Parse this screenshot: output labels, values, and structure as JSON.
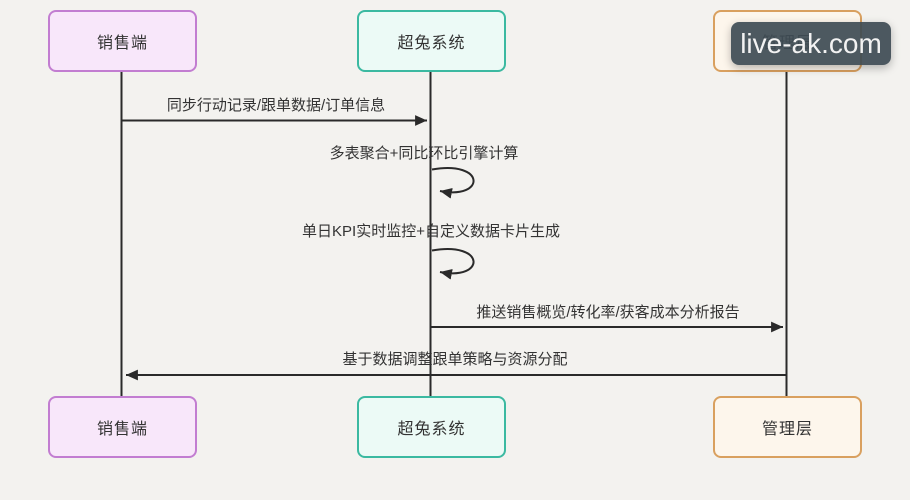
{
  "diagram_type": "sequence-diagram",
  "watermark": {
    "text": "live-ak.com"
  },
  "actors": [
    {
      "id": "sales",
      "label": "销售端"
    },
    {
      "id": "system",
      "label": "超兔系统"
    },
    {
      "id": "management",
      "label": "管理层"
    }
  ],
  "messages": [
    {
      "from": "sales",
      "to": "system",
      "type": "arrow-right",
      "label": "同步行动记录/跟单数据/订单信息"
    },
    {
      "from": "system",
      "to": "system",
      "type": "self-loop",
      "label": "多表聚合+同比环比引擎计算"
    },
    {
      "from": "system",
      "to": "system",
      "type": "self-loop",
      "label": "单日KPI实时监控+自定义数据卡片生成"
    },
    {
      "from": "system",
      "to": "management",
      "type": "arrow-right",
      "label": "推送销售概览/转化率/获客成本分析报告"
    },
    {
      "from": "management",
      "to": "sales",
      "type": "arrow-left",
      "label": "基于数据调整跟单策略与资源分配"
    }
  ],
  "colors": {
    "background": "#f3f2ef",
    "line": "#2a2a2a",
    "text": "#333333",
    "actor_sales": {
      "fill": "#f8e7fa",
      "border": "#c27dd1"
    },
    "actor_system": {
      "fill": "#ecfaf6",
      "border": "#3bb9a1"
    },
    "actor_management": {
      "fill": "#fdf6ec",
      "border": "#d9a05f"
    },
    "watermark_bg": "#3e4b54",
    "watermark_text_color": "#f2f2f2"
  }
}
